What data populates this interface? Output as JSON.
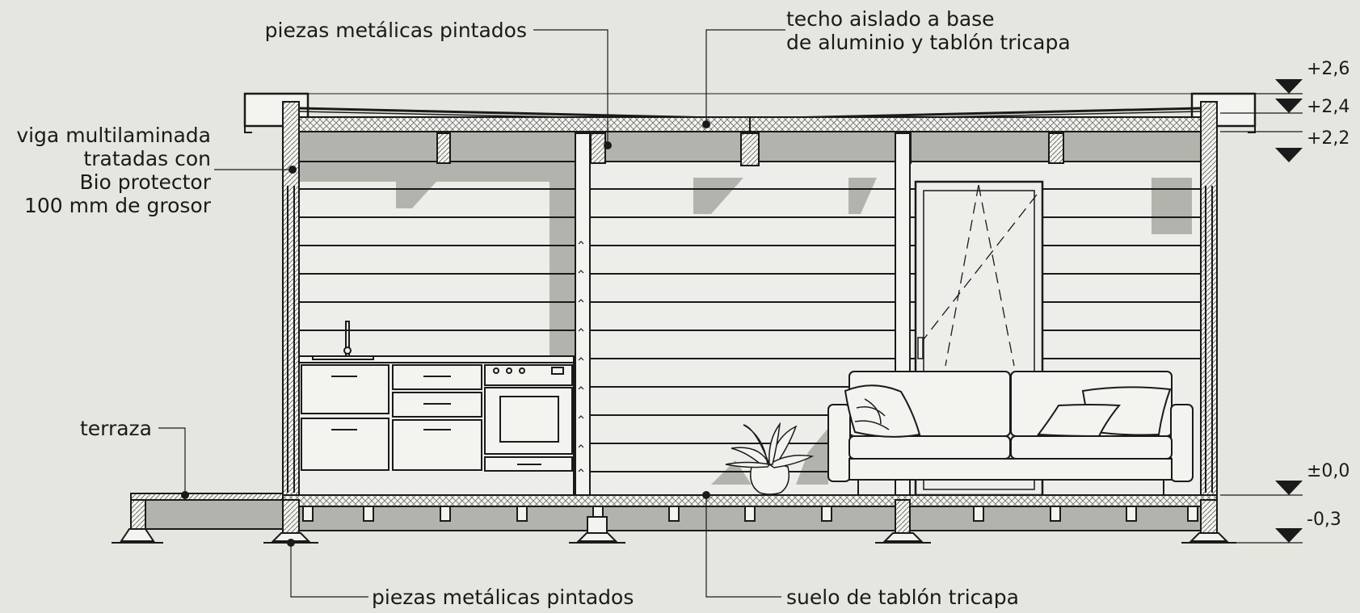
{
  "annotations": {
    "top_left": "piezas metálicas pintados",
    "roof_line1": "techo aislado a base",
    "roof_line2": "de aluminio y tablón tricapa",
    "beam_line1": "viga multilaminada",
    "beam_line2": "tratadas con",
    "beam_line3": "Bio protector",
    "beam_line4": "100 mm de grosor",
    "terrace": "terraza",
    "bottom_left": "piezas metálicas pintados",
    "floor": "suelo de tablón tricapa"
  },
  "levels": [
    {
      "label": "+2,6"
    },
    {
      "label": "+2,4"
    },
    {
      "label": "+2,2"
    },
    {
      "label": "±0,0"
    },
    {
      "label": "-0,3"
    }
  ],
  "colors": {
    "background": "#e6e6e0",
    "line": "#1a1a1a",
    "shadow": "#b3b3ad",
    "wall": "#ededea",
    "hatch": "#8d8d88"
  }
}
